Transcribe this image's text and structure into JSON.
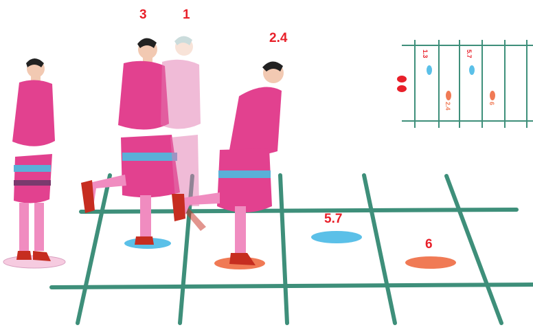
{
  "colors": {
    "grid": "#3e8f7a",
    "blue_spot": "#5bc0e8",
    "orange_spot": "#f07a55",
    "pink_spot": "#f6cbe0",
    "label_red": "#e8202a",
    "dress": "#e2418f"
  },
  "labels": {
    "step_3": "3",
    "step_1": "1",
    "step_2_4": "2.4",
    "step_5_7": "5.7",
    "step_6": "6"
  },
  "mini_diagram": {
    "label_1_3": "1.3",
    "label_5_7": "5.7",
    "label_2_4": "2.4",
    "label_6": "6",
    "icons": [
      "red-feet-icon",
      "blue-footprint-icon",
      "orange-footprint-icon"
    ]
  }
}
